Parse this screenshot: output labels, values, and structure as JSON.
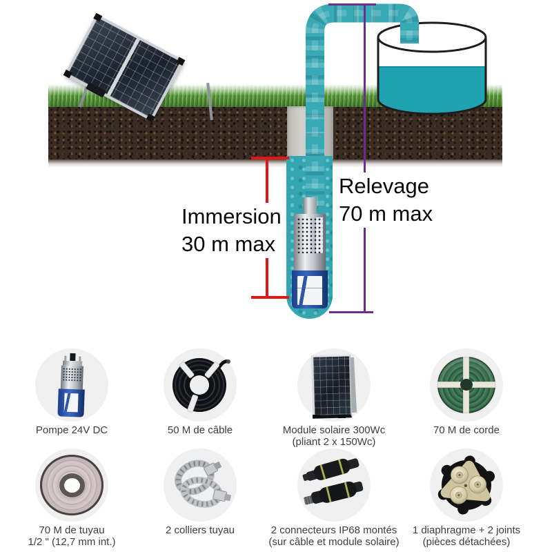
{
  "diagram": {
    "immersion_line1": "Immersion",
    "immersion_line2": "30 m max",
    "relevage_line1": "Relevage",
    "relevage_line2": "70 m max",
    "colors": {
      "pipe_water_teal": "#38a9b5",
      "tank_water_teal": "#21a2b1",
      "measure_red": "#e81313",
      "measure_purple": "#6b2d91"
    }
  },
  "products": {
    "items": [
      {
        "icon": "submersible-pump-icon",
        "line1": "Pompe 24V DC"
      },
      {
        "icon": "cable-coil-icon",
        "line1": "50 M de câble"
      },
      {
        "icon": "solar-module-icon",
        "line1": "Module solaire 300Wc",
        "line2": "(pliant 2 x 150Wc)"
      },
      {
        "icon": "rope-coil-icon",
        "line1": "70 M de corde"
      },
      {
        "icon": "hose-coil-icon",
        "line1": "70 M de tuyau",
        "line2": "1/2 \" (12,7 mm int.)"
      },
      {
        "icon": "hose-clamps-icon",
        "line1": "2 colliers tuyau"
      },
      {
        "icon": "ip68-connectors-icon",
        "line1": "2 connecteurs IP68 montés",
        "line2": "(sur câble et module solaire)"
      },
      {
        "icon": "diaphragm-icon",
        "line1": "1 diaphragme + 2 joints",
        "line2": "(pièces détachées)"
      }
    ]
  }
}
